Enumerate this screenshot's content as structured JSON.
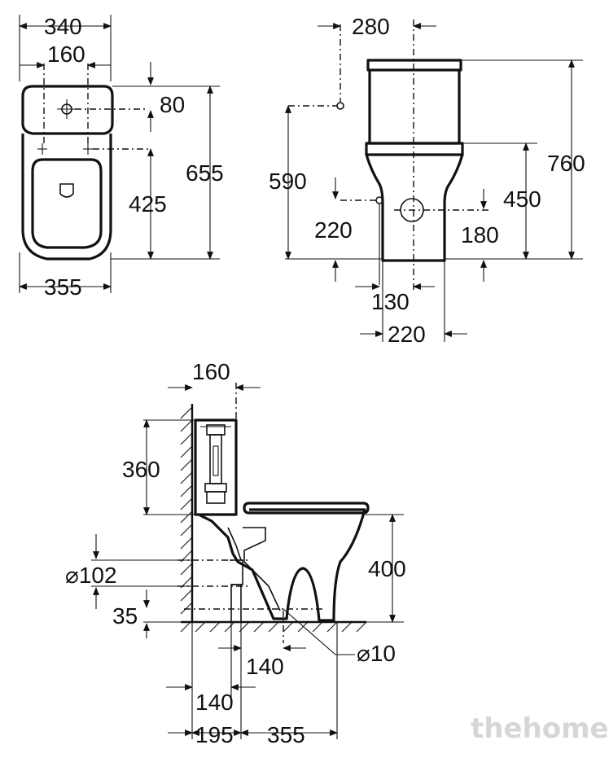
{
  "top_view": {
    "dims": [
      "340",
      "160",
      "80",
      "655",
      "425",
      "355"
    ]
  },
  "front_view": {
    "dims": [
      "280",
      "590",
      "760",
      "450",
      "220",
      "180",
      "130",
      "220"
    ]
  },
  "side_view": {
    "dims": [
      "160",
      "360",
      "⌀102",
      "400",
      "35",
      "140",
      "⌀10",
      "140",
      "195",
      "355"
    ]
  },
  "watermark": "thehome"
}
